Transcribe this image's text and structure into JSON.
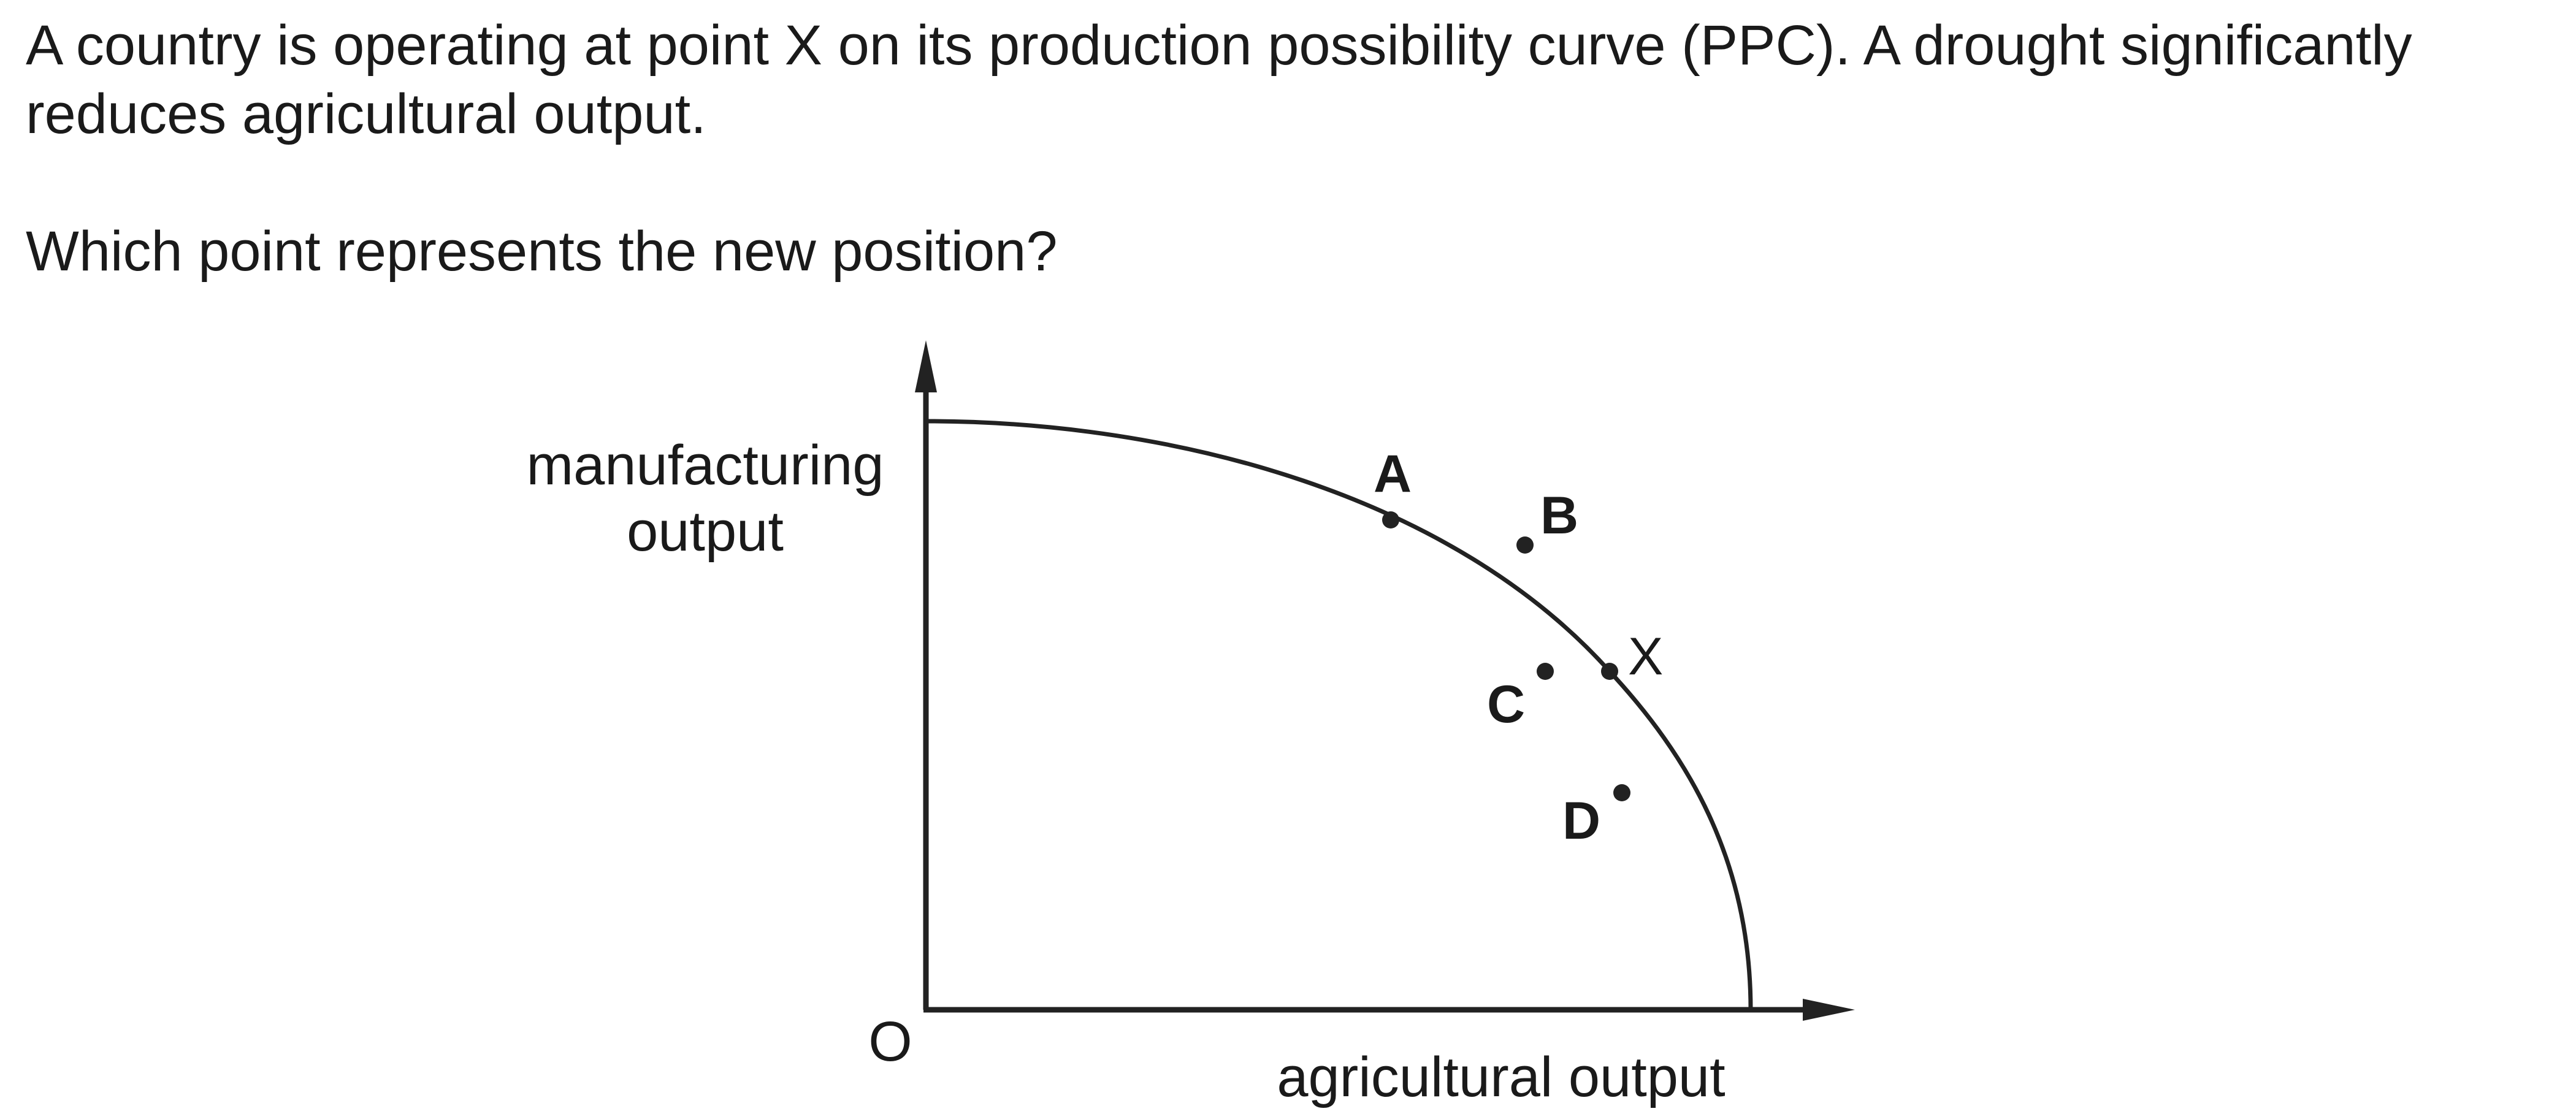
{
  "question": {
    "stem": "A country is operating at point X on its production possibility curve (PPC). A drought significantly reduces agricultural output.",
    "prompt": "Which point represents the new position?"
  },
  "diagram": {
    "y_axis_label_line1": "manufacturing",
    "y_axis_label_line2": "output",
    "x_axis_label": "agricultural output",
    "origin_label": "O",
    "curve_name": "PPC",
    "points": [
      {
        "id": "A",
        "label": "A",
        "bold": true,
        "on_curve": true
      },
      {
        "id": "B",
        "label": "B",
        "bold": true,
        "on_curve": false
      },
      {
        "id": "C",
        "label": "C",
        "bold": true,
        "on_curve": false
      },
      {
        "id": "X",
        "label": "X",
        "bold": false,
        "on_curve": true
      },
      {
        "id": "D",
        "label": "D",
        "bold": true,
        "on_curve": false
      }
    ]
  }
}
